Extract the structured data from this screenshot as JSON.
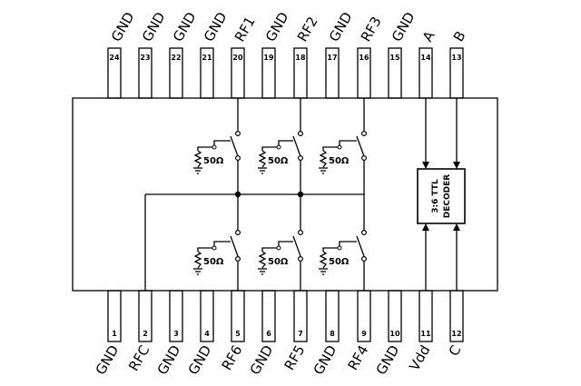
{
  "pins_top": [
    {
      "num": "24",
      "label": "GND"
    },
    {
      "num": "23",
      "label": "GND"
    },
    {
      "num": "22",
      "label": "GND"
    },
    {
      "num": "21",
      "label": "GND"
    },
    {
      "num": "20",
      "label": "RF1"
    },
    {
      "num": "19",
      "label": "GND"
    },
    {
      "num": "18",
      "label": "RF2"
    },
    {
      "num": "17",
      "label": "GND"
    },
    {
      "num": "16",
      "label": "RF3"
    },
    {
      "num": "15",
      "label": "GND"
    },
    {
      "num": "14",
      "label": "A"
    },
    {
      "num": "13",
      "label": "B"
    }
  ],
  "pins_bottom": [
    {
      "num": "1",
      "label": "GND"
    },
    {
      "num": "2",
      "label": "RFC"
    },
    {
      "num": "3",
      "label": "GND"
    },
    {
      "num": "4",
      "label": "GND"
    },
    {
      "num": "5",
      "label": "RF6"
    },
    {
      "num": "6",
      "label": "GND"
    },
    {
      "num": "7",
      "label": "RF5"
    },
    {
      "num": "8",
      "label": "GND"
    },
    {
      "num": "9",
      "label": "RF4"
    },
    {
      "num": "10",
      "label": "GND"
    },
    {
      "num": "11",
      "label": "Vdd"
    },
    {
      "num": "12",
      "label": "C"
    }
  ],
  "decoder": {
    "line1": "3:6 TTL",
    "line2": "DECODER"
  },
  "termination": {
    "label": "50Ω"
  }
}
